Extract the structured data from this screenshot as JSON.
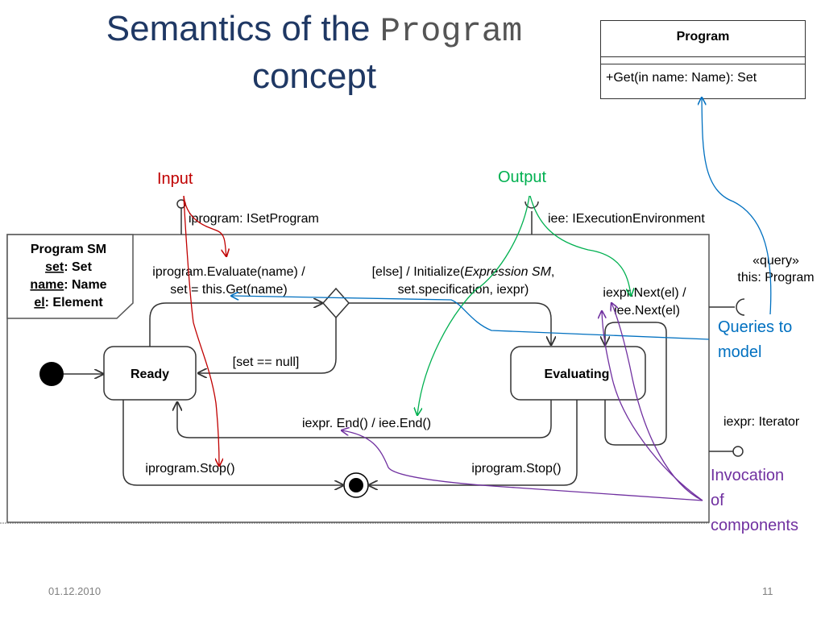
{
  "title": {
    "prefix": "Semantics of the ",
    "code": "Program",
    "suffix": "concept"
  },
  "uml_class": {
    "name": "Program",
    "operation": "+Get(in name: Name): Set"
  },
  "annotations": {
    "input": "Input",
    "output": "Output",
    "queries_line1": "Queries to",
    "queries_line2": "model",
    "invocation_line1": "Invocation",
    "invocation_line2": "of",
    "invocation_line3": "components"
  },
  "statemachine": {
    "frame_title": "Program SM",
    "vars": [
      {
        "name": "set",
        "type": ": Set"
      },
      {
        "name": "name",
        "type": ": Name"
      },
      {
        "name": "el",
        "type": ": Element"
      }
    ],
    "states": {
      "ready": "Ready",
      "evaluating": "Evaluating"
    },
    "ports": {
      "iprogram": "iprogram: ISetProgram",
      "iee": "iee: IExecutionEnvironment",
      "query_stereotype": "«query»",
      "query_this": "this: Program",
      "iexpr": "iexpr: Iterator"
    },
    "transitions": {
      "evaluate_line1": "iprogram.Evaluate(name) /",
      "evaluate_line2": "set = this.Get(name)",
      "else_prefix": "[else] / Initialize(",
      "else_italic": "Expression SM",
      "else_suffix": ",",
      "else_line2": "set.specification, iexpr)",
      "set_null": "[set == null]",
      "next_line1": "iexpr.Next(el) /",
      "next_line2": "iee.Next(el)",
      "end": "iexpr. End() / iee.End()",
      "stop_left": "iprogram.Stop()",
      "stop_right": "iprogram.Stop()"
    }
  },
  "footer": {
    "date": "01.12.2010",
    "page": "11"
  },
  "colors": {
    "title": "#1F3864",
    "input": "#C00000",
    "output": "#00B050",
    "query": "#0070C0",
    "invocation": "#7030A0"
  }
}
